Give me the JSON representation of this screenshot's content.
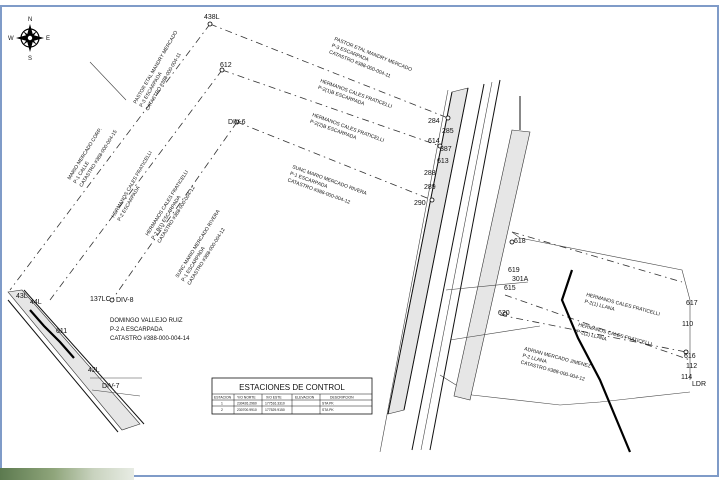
{
  "compass": {
    "north": "N",
    "south": "S",
    "east": "E",
    "west": "W"
  },
  "stations": {
    "438L": "438L",
    "612": "612",
    "DIV-6a": "DIV-6",
    "284": "284",
    "285": "285",
    "614": "614",
    "387": "387",
    "613": "613",
    "288": "288",
    "289": "289",
    "290": "290",
    "137LC": "137LC",
    "DIV-8": "DIV-8",
    "43L": "43L",
    "44L": "44L",
    "611": "611",
    "42L": "42L",
    "DIV-7": "DIV-7",
    "618": "618",
    "619": "619",
    "301A": "301A",
    "615": "615",
    "620": "620",
    "617": "617",
    "110": "110",
    "616": "616",
    "112": "112",
    "114": "114",
    "LDR": "LDR"
  },
  "parcels": {
    "pastor_top": [
      "PASTOR ETAL MANDRY MERCADO",
      "P-3 ESCARPADA",
      "CATASTRO #388-000-004-11"
    ],
    "pastor_side": [
      "PASTOR ETAL MANDRY MERCADO",
      "P-3 ESCARPADA",
      "CATASTRO #388-000-004-11"
    ],
    "hermanos_1": [
      "HERMANOS CALES FRATICELLI",
      "P-2(1)B ESCARPADA"
    ],
    "hermanos_2": [
      "HERMANOS CALES FRATICELLI",
      "P-2(2)B ESCARPADA"
    ],
    "sunc_mario_right": [
      "SUNC MARIO MERCADO RIVERA",
      "P-1 ESCARPADA",
      "CATASTRO #388-000-004-12"
    ],
    "mario_comp": [
      "MARIO MERCADO CORP.",
      "P-1 CALLE",
      "CATASTRO #388-000-004-15"
    ],
    "hermanos_left_a": [
      "HERMANOS CALES FRATICELLI",
      "P-2 ESCARPADA"
    ],
    "hermanos_left_b": [
      "HERMANOS CALES FRATICELLI",
      "P-2 B(1) ESCARPADA",
      "CATASTRO #388-000-004-12"
    ],
    "sunc_mario_left": [
      "SUNC MARIO MERCADO RIVERA",
      "P-1 ESCARPADA",
      "CATASTRO #388-000-004-12"
    ],
    "domingo": [
      "DOMINGO VALLEJO RUIZ",
      "P-2 A ESCARPADA",
      "CATASTRO #388-000-004-14"
    ],
    "hermanos_llana_1": [
      "HERMANOS CALES FRATICELLI",
      "P-2(1) LLANA"
    ],
    "hermanos_llana_2": [
      "HERMANOS CALES FRATICELLI",
      "P-2(2) LLANA"
    ],
    "adrian": [
      "ADRIAN MERCADO JIMENEZ",
      "P-2 LLANA",
      "CATASTRO #388-000-004-12"
    ]
  },
  "control_table": {
    "title": "ESTACIONES DE CONTROL",
    "headers": [
      "ESTACION",
      "Y/O NORTE",
      "X/O ESTE",
      "ELEVACION",
      "DESCRIPCION"
    ],
    "rows": [
      [
        "1",
        "230426.2960",
        "177516.3310",
        "",
        "STA PK"
      ],
      [
        "2",
        "230700.9910",
        "177529.9150",
        "",
        "STA PK"
      ]
    ]
  }
}
